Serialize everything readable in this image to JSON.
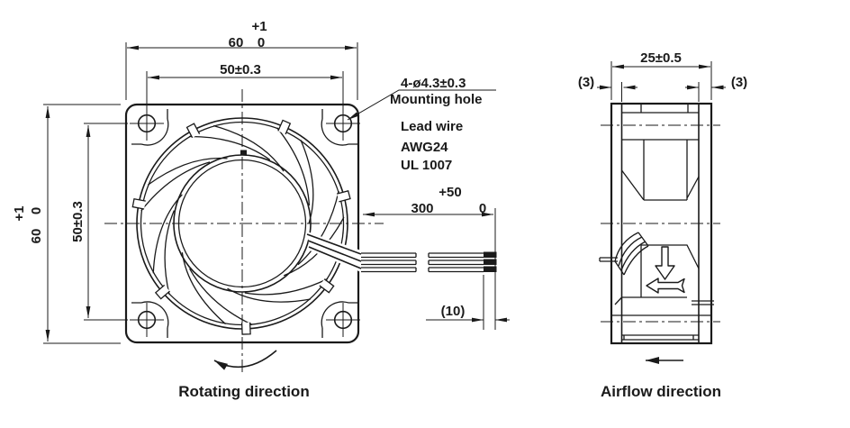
{
  "front": {
    "width_value": "60",
    "width_tol_plus": "+1",
    "width_tol_minus": "0",
    "height_value": "60",
    "height_tol_plus": "+1",
    "height_tol_minus": "0",
    "hole_pitch_h": "50±0.3",
    "hole_pitch_v": "50±0.3",
    "mounting_hole_note_line1": "4-ø4.3±0.3",
    "mounting_hole_note_line2": "Mounting hole",
    "lead_wire_note_line1": "Lead wire",
    "lead_wire_note_line2": "AWG24",
    "lead_wire_note_line3": "UL 1007",
    "wire_length_value": "300",
    "wire_length_tol_plus": "+50",
    "wire_length_tol_minus": "0",
    "strip_length": "(10)",
    "rotating_label": "Rotating direction"
  },
  "side": {
    "depth": "25±0.5",
    "flange_left": "(3)",
    "flange_right": "(3)",
    "airflow_label": "Airflow direction"
  },
  "colors": {
    "ink": "#1a1a1a",
    "background": "#ffffff"
  }
}
